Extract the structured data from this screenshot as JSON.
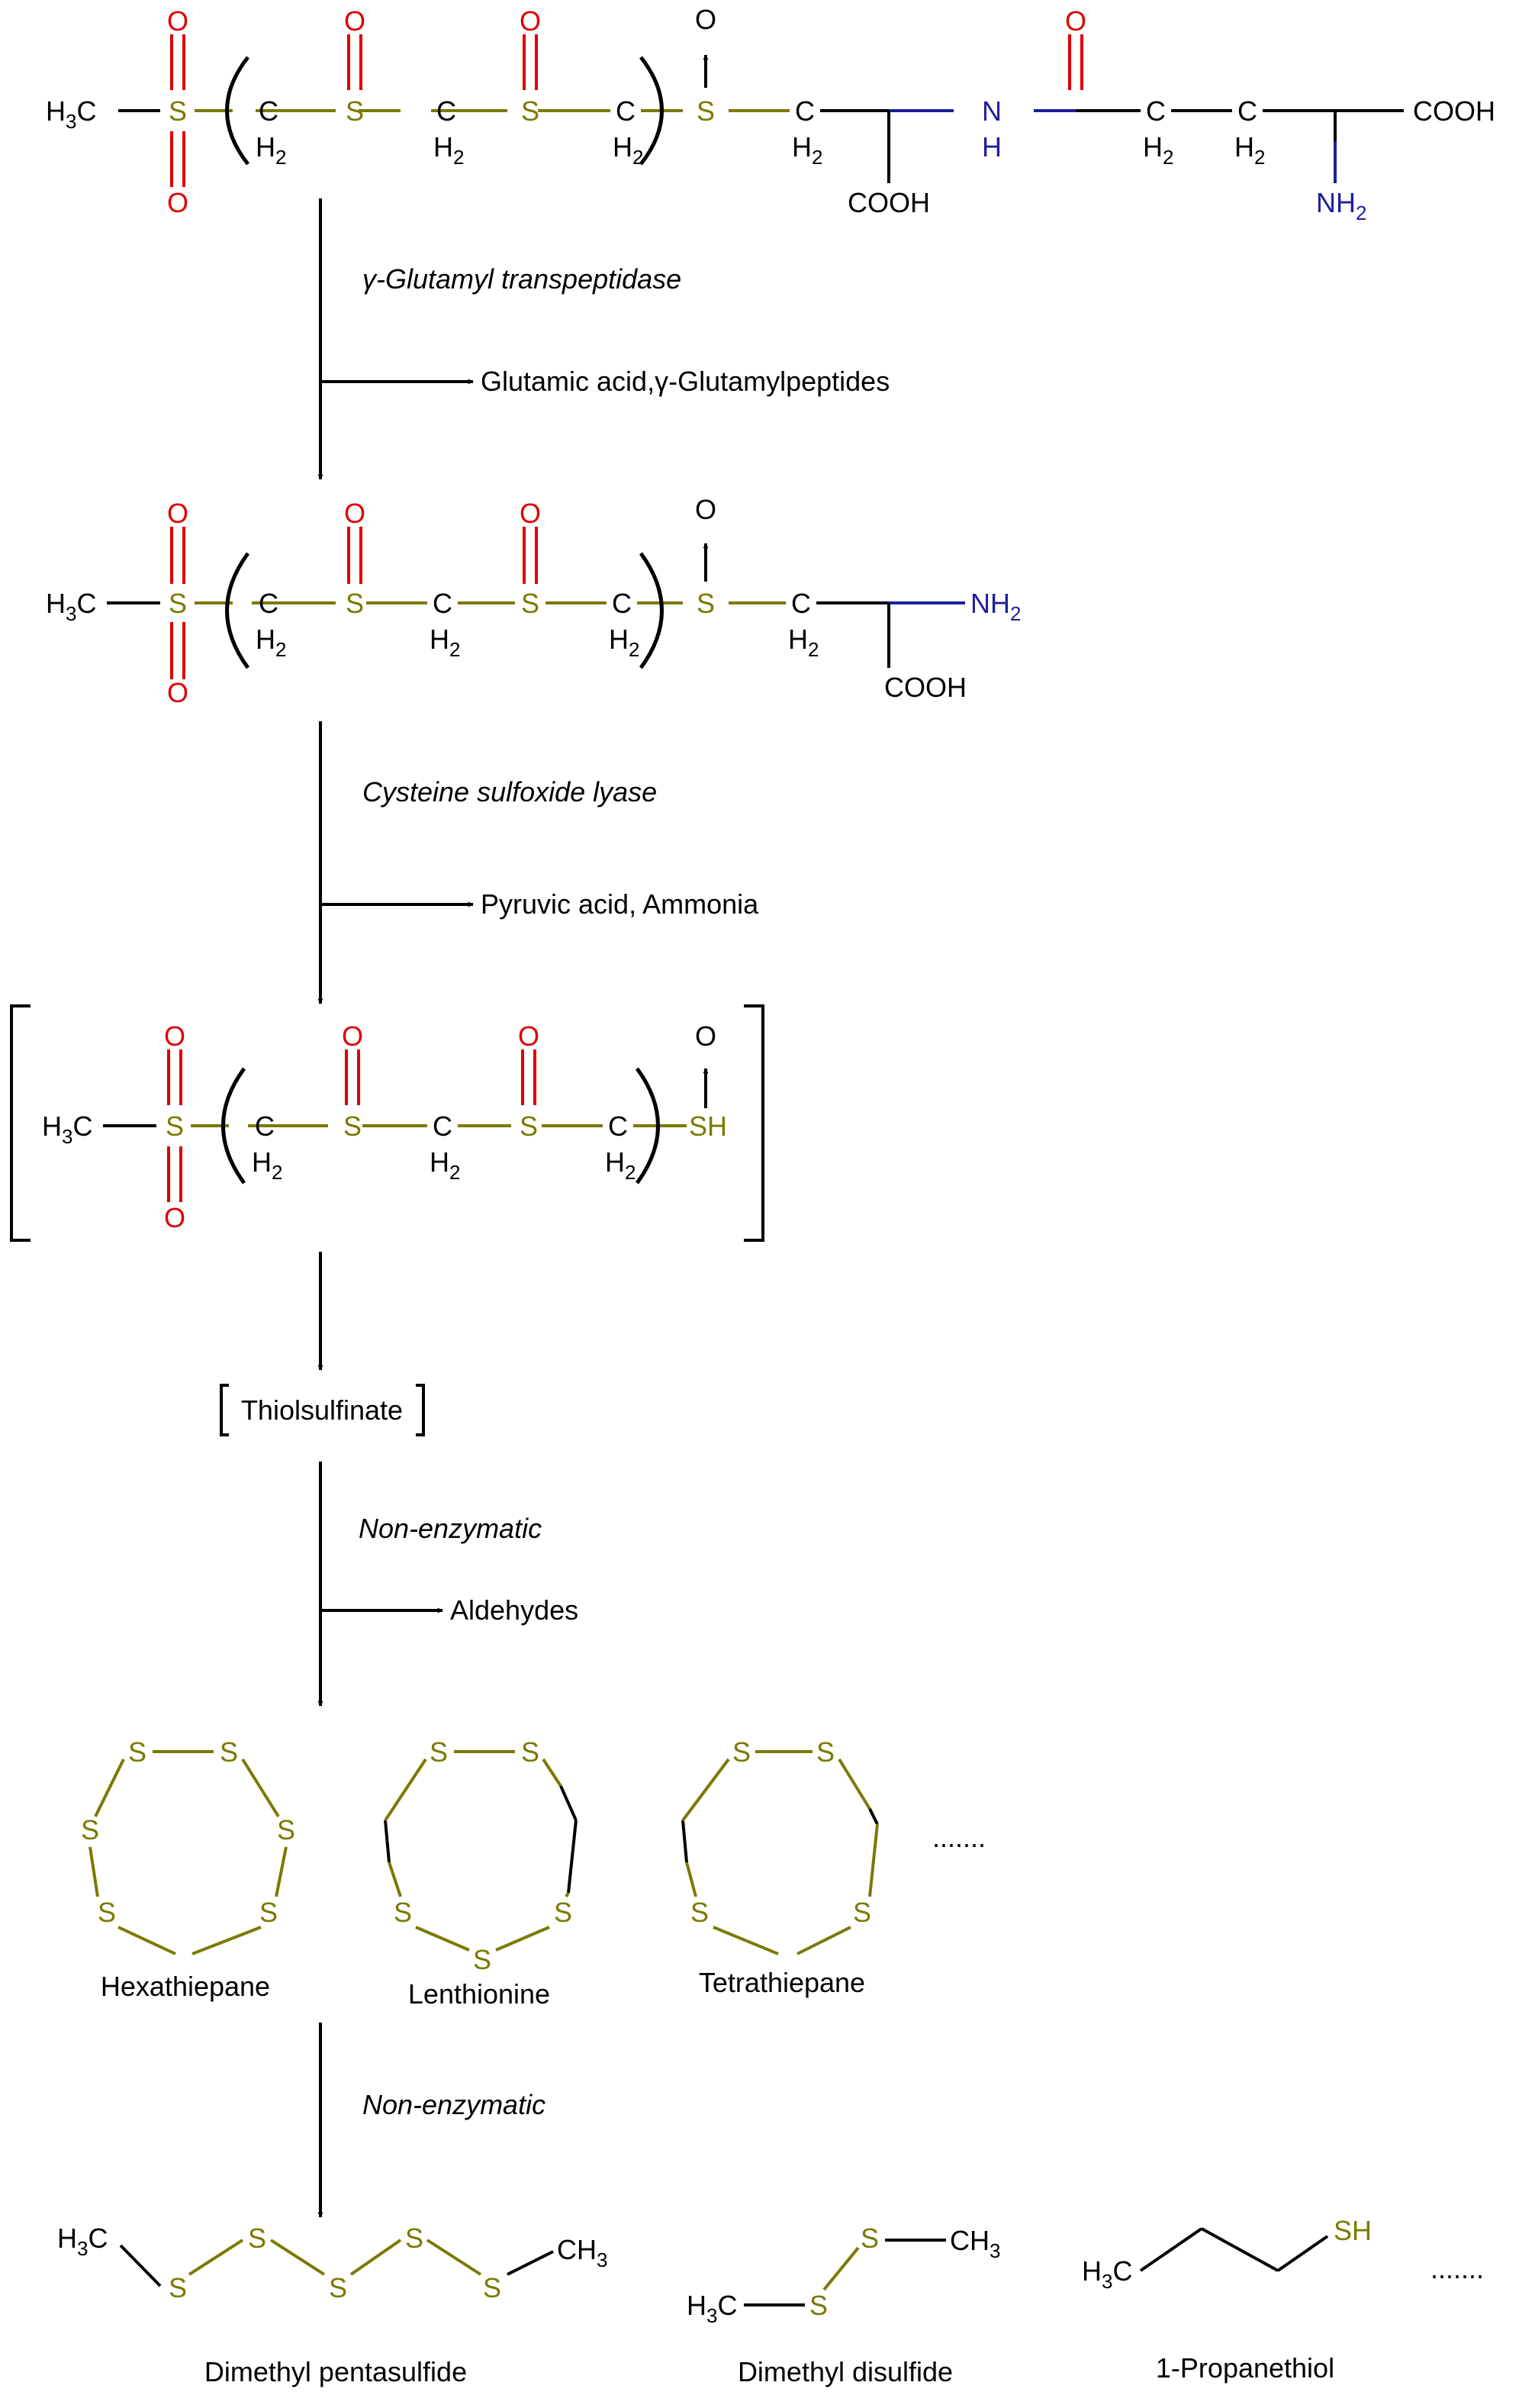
{
  "colors": {
    "bond": "#000000",
    "sulfur": "#7a7a00",
    "oxygen": "#e00000",
    "nitrogen": "#1f1f9a",
    "text": "#000000"
  },
  "atoms": {
    "S": "S",
    "O": "O",
    "C": "C",
    "H": "H",
    "N": "N",
    "SH": "SH",
    "COOH": "COOH",
    "CH3_prefix": "H",
    "CH3_suffix": "C",
    "CH3_right": "CH",
    "sub3": "3",
    "sub2": "2",
    "NH2_main": "NH",
    "H2_main": "H"
  },
  "steps": {
    "enzyme1": "γ-Glutamyl transpeptidase",
    "byproduct1": "Glutamic acid,γ-Glutamylpeptides",
    "enzyme2": "Cysteine sulfoxide lyase",
    "byproduct2": "Pyruvic acid, Ammonia",
    "intermediate": "Thiolsulfinate",
    "enzyme3": "Non-enzymatic",
    "byproduct3": "Aldehydes",
    "enzyme4": "Non-enzymatic"
  },
  "cyclic_products": [
    {
      "name": "Hexathiepane"
    },
    {
      "name": "Lenthionine"
    },
    {
      "name": "Tetrathiepane"
    }
  ],
  "final_products": [
    {
      "name": "Dimethyl pentasulfide"
    },
    {
      "name": "Dimethyl disulfide"
    },
    {
      "name": "1-Propanethiol"
    }
  ],
  "ellipsis": "......."
}
